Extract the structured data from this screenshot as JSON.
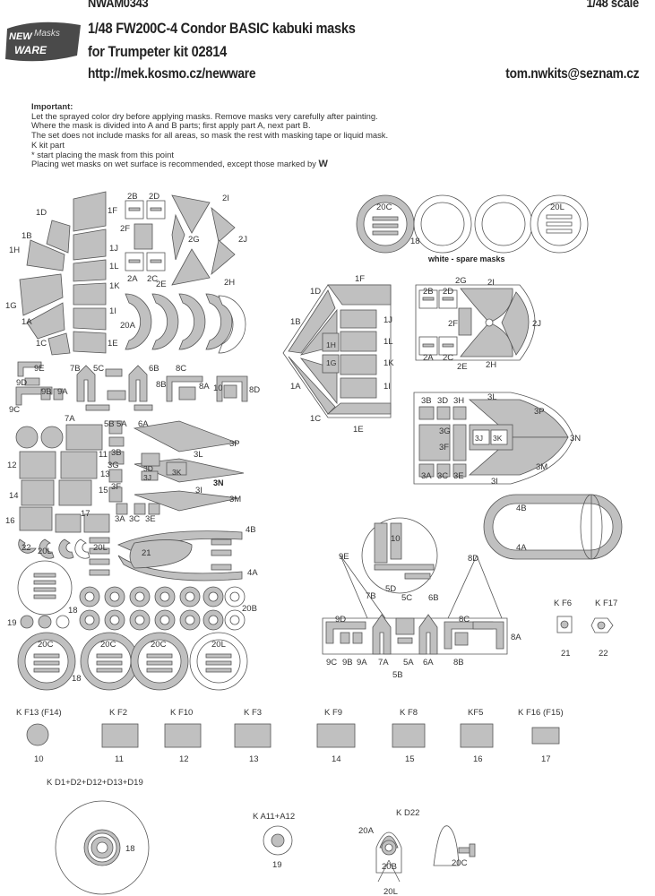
{
  "header": {
    "code": "NWAM0343",
    "scale": "1/48 scale",
    "title": "1/48  FW200C-4 Condor BASIC kabuki masks",
    "subtitle": "for Trumpeter kit 02814",
    "url": "http://mek.kosmo.cz/newware",
    "email": "tom.nwkits@seznam.cz"
  },
  "logo": {
    "line1": "NEW",
    "line2": "Masks",
    "line3": "WARE"
  },
  "important": {
    "title": "Important:",
    "lines": [
      "Let the sprayed color dry before applying masks. Remove masks very carefully after painting.",
      "Where the mask is divided into A and B parts; first apply part A, next part B.",
      "The set does not include masks for all areas, so mask the rest with masking tape or liquid mask.",
      "K kit part",
      "*  start placing the mask from this point",
      "Placing wet masks on wet surface is recommended, except those marked by"
    ],
    "wet_mark": "W"
  },
  "spare_caption": "white - spare masks",
  "sheet_labels": {
    "canopy_left": [
      "1D",
      "1F",
      "2B",
      "2D",
      "2I",
      "1B",
      "1H",
      "2F",
      "2G",
      "2J",
      "1J",
      "1L",
      "2A",
      "2C",
      "1G",
      "1K",
      "2E",
      "2H",
      "1A",
      "1I",
      "20A",
      "1C",
      "1E"
    ],
    "parts": [
      "9E",
      "7B",
      "5C",
      "6B",
      "8C",
      "9D",
      "8B",
      "8A",
      "10",
      "8D",
      "9B",
      "9A",
      "9C",
      "7A",
      "5B",
      "5A",
      "6A",
      "3P",
      "11",
      "3B",
      "3L",
      "12",
      "3G",
      "13",
      "3D",
      "3K",
      "3J",
      "15",
      "3F",
      "3N",
      "14",
      "3I",
      "3M",
      "16",
      "3A",
      "3C",
      "3E",
      "17",
      "4B",
      "22",
      "20L",
      "21",
      "4A",
      "20B",
      "19",
      "18",
      "20C"
    ]
  },
  "cockpit_labels": [
    "1F",
    "1D",
    "1B",
    "1J",
    "1H",
    "1L",
    "1G",
    "1K",
    "1A",
    "1I",
    "1C",
    "1E",
    "2G",
    "2B",
    "2D",
    "2I",
    "2F",
    "2J",
    "2A",
    "2C",
    "2E",
    "2H"
  ],
  "nose_labels": [
    "3B",
    "3D",
    "3H",
    "3L",
    "3P",
    "3G",
    "3J",
    "3K",
    "3N",
    "3F",
    "3A",
    "3C",
    "3E",
    "3M",
    "3I"
  ],
  "ring_labels": [
    "4B",
    "4A"
  ],
  "spare_labels": [
    "20C",
    "20L",
    "18"
  ],
  "detail_labels": [
    "10",
    "9E",
    "8D",
    "7B",
    "5D",
    "5C",
    "6B",
    "9D",
    "8C",
    "8A",
    "9C",
    "9B",
    "9A",
    "7A",
    "5A",
    "6A",
    "8B",
    "5B"
  ],
  "kit_small": [
    {
      "k": "K F6",
      "n": "21"
    },
    {
      "k": "K F17",
      "n": "22"
    }
  ],
  "kit_row": [
    {
      "k": "K F13 (F14)",
      "n": "10"
    },
    {
      "k": "K F2",
      "n": "11"
    },
    {
      "k": "K F10",
      "n": "12"
    },
    {
      "k": "K F3",
      "n": "13"
    },
    {
      "k": "K F9",
      "n": "14"
    },
    {
      "k": "K F8",
      "n": "15"
    },
    {
      "k": "KF5",
      "n": "16"
    },
    {
      "k": "K F16 (F15)",
      "n": "17"
    }
  ],
  "kit_bottom": [
    {
      "k": "K D1+D2+D12+D13+D19",
      "n": "18"
    },
    {
      "k": "K A11+A12",
      "n": "19"
    },
    {
      "k": "K D22",
      "n": "20C"
    }
  ],
  "spinner_labels": [
    "20A",
    "20B",
    "20L"
  ],
  "colors": {
    "mask": "#c0c0c0",
    "outline": "#555555",
    "logo": "#4a4a4a"
  }
}
